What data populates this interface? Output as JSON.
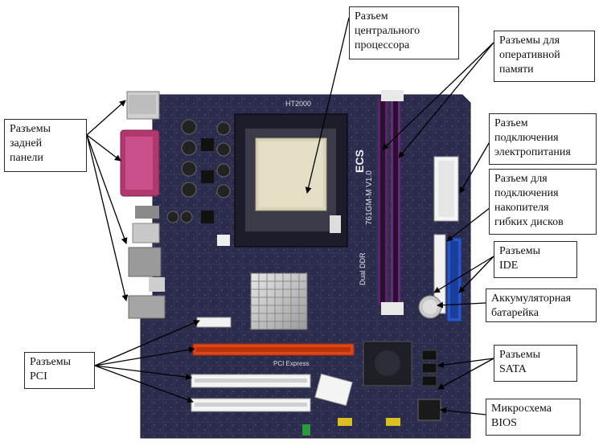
{
  "callouts": {
    "rear_panel": [
      "Разъемы",
      "задней",
      "панели"
    ],
    "cpu_socket": [
      "Разъем",
      "центрального",
      "процессора"
    ],
    "ram_slots": [
      "Разъемы для",
      "оперативной",
      "памяти"
    ],
    "power_connector": [
      "Разъем",
      "подключения",
      "электропитания"
    ],
    "floppy_connector": [
      "Разъем для",
      "подключения",
      "накопителя",
      "гибких дисков"
    ],
    "ide": [
      "Разъемы",
      "IDE"
    ],
    "battery": [
      "Аккумуляторная",
      "батарейка"
    ],
    "pci": [
      "Разъемы",
      "PCI"
    ],
    "sata": [
      "Разъемы",
      "SATA"
    ],
    "bios": [
      "Микросхема",
      "BIOS"
    ]
  },
  "board_markings": {
    "ht": "HT2000",
    "model": "761GM-M V1.0",
    "dual_ddr": "Dual DDR",
    "brand": "ECS",
    "pci_express": "PCI Express"
  },
  "colors": {
    "pcb": "#2a2a4a",
    "ram_slot": "#6a2a7a",
    "pcie_slot": "#e0451a",
    "ide_connector": "#2a55c8",
    "parallel_port": "#b0386e",
    "arrow": "#000000"
  }
}
